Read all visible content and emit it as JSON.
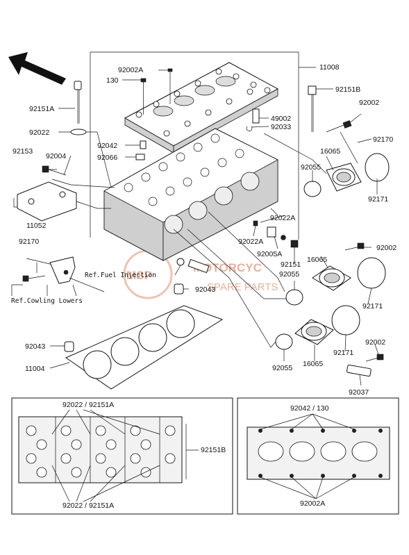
{
  "parts": {
    "head_assy": "11008",
    "cover_bolt_a": "92002A",
    "cover_bolt": "130",
    "stud_bolt_a": "92151A",
    "washer_top": "92022",
    "cam_cap_bolt": "92042",
    "dowel_top": "92066",
    "plug": "49002",
    "oring_spark": "92033",
    "stud_bolt_b": "92151B",
    "bolt_92002_top": "92002",
    "clamp_bolt_top": "92170",
    "holder_top": "16065",
    "oring_top": "92055",
    "band_top": "92171",
    "bolt_92153": "92153",
    "stud_92004": "92004",
    "bracket": "11052",
    "washer_92022a": "92022A",
    "washer_92022a_2": "92022A",
    "bolt_92005a": "92005A",
    "stud_92151": "92151",
    "oring_mid": "92055",
    "holder_mid": "16065",
    "bolt_mid": "92002",
    "band_mid": "92171",
    "clamp_left": "92170",
    "dowel_mid": "92043",
    "dowel_low": "92043",
    "gasket": "11004",
    "oring_low": "92055",
    "holder_low": "16065",
    "band_low": "92171",
    "bolt_low": "92002",
    "pipe": "92037"
  },
  "refs": {
    "fuel_injection": "Ref.Fuel Injection",
    "cowling_lowers": "Ref.Cowling Lowers"
  },
  "watermark": {
    "brand": "MOTORCYC",
    "sub": "SPARE PARTS",
    "logo": "MSP"
  },
  "inset_left": {
    "top_label": "92022 / 92151A",
    "bottom_label": "92022 / 92151A",
    "right_label": "92151B"
  },
  "inset_right": {
    "top_label": "92042 / 130",
    "bottom_label": "92002A"
  },
  "arrow": "front-arrow-icon"
}
